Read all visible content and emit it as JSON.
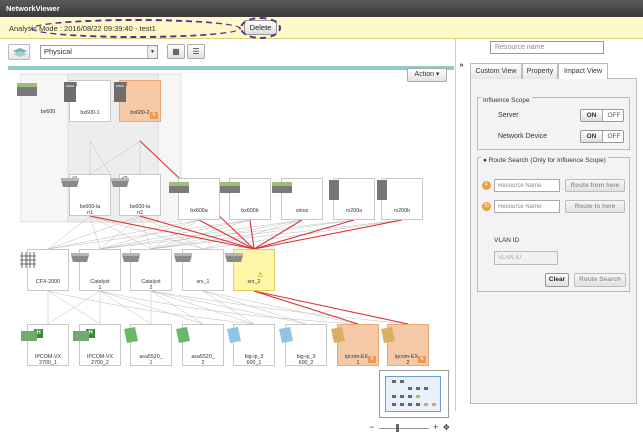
{
  "app": {
    "title": "NetworkViewer"
  },
  "modebar": {
    "text": "Analysis Mode : 2016/08/22 09:39:40 - test1",
    "delete_label": "Delete"
  },
  "toolbar": {
    "view_value": "Physical",
    "action_label": "Action ▾"
  },
  "nodes": {
    "bx600": "bx600",
    "bx6001": "bx600-1",
    "bx6002": "bx600-2",
    "num1a": "#1",
    "num2a": "#2",
    "num1b": "#1",
    "num2b": "#2",
    "lan1": "bx600-la\nn1",
    "lan2": "bx600-la\nn2",
    "bx600a": "bx600a",
    "bx600b": "bx600b",
    "sirius": "sirius",
    "rx200a": "rx200a",
    "rx200b": "rx200b",
    "cfx": "CFX-2000",
    "cat1": "Catalyst\n1",
    "cat2": "Catalyst\n2",
    "srx1": "srx_1",
    "srx2": "srx_2",
    "ipcom1": "IPCOM-VX\n2700_1",
    "ipcom2": "IPCOM-VX\n2700_2",
    "asa1": "asa5520_\n1",
    "asa2": "asa5520_\n2",
    "bigip1": "big-ip_3\n600_1",
    "bigip2": "big-ip_3\n600_2",
    "ipcomex1": "ipcom-EX_\n1",
    "ipcomex2": "ipcom-EX_\n2"
  },
  "right": {
    "search_placeholder": "Resource name",
    "tabs": [
      "Custom View",
      "Property",
      "Impact View"
    ],
    "influence": {
      "title": "Influence Scope",
      "server_label": "Server",
      "network_label": "Network Device",
      "on": "ON",
      "off": "OFF"
    },
    "route": {
      "title": "Route Search (Only for Influence Scope)",
      "from_placeholder": "Resource Name",
      "to_placeholder": "Resource Name",
      "from_icon": "F",
      "to_icon": "To",
      "from_btn": "Route from here",
      "to_btn": "Route to here",
      "vlan_label": "VLAN ID",
      "vlan_placeholder": "VLAN ID",
      "clear": "Clear",
      "search": "Route Search"
    }
  },
  "zoom": {
    "minus": "−",
    "plus": "+",
    "fit": "✥"
  },
  "colors": {
    "highlight_line": "#e03030",
    "orange_node": "#f5c9a5",
    "yellow_node": "#fcf6a6",
    "accent_teal": "#8cccc4"
  }
}
